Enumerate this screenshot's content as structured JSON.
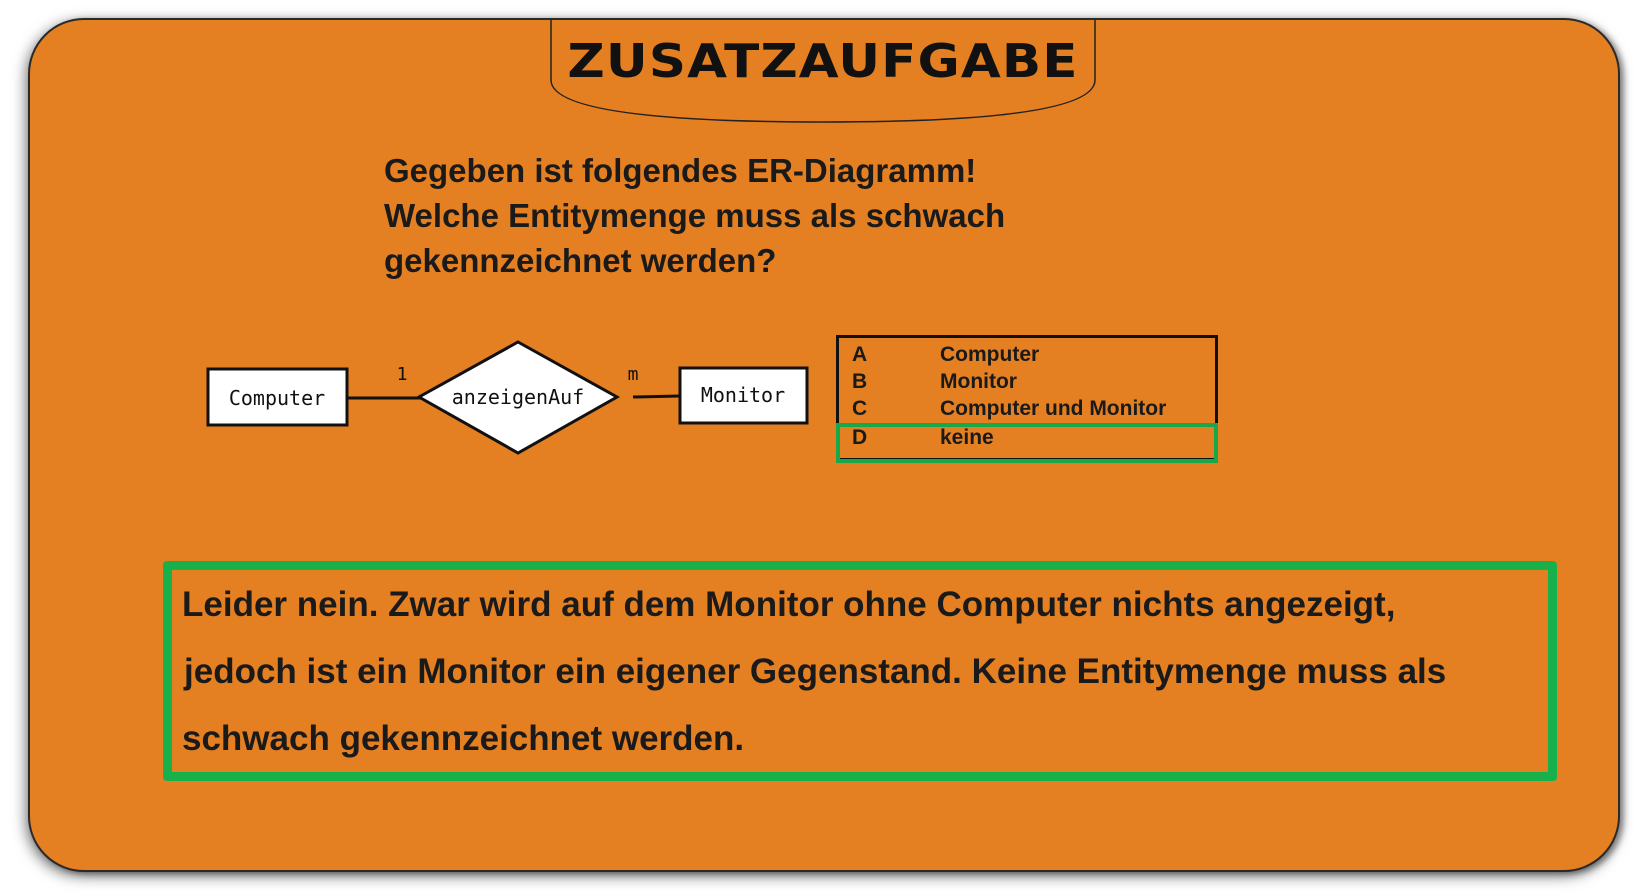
{
  "title": "ZUSATZAUFGABE",
  "question": {
    "lines": [
      "Gegeben ist folgendes ER-Diagramm!",
      "Welche Entitymenge muss als schwach",
      "gekennzeichnet werden?"
    ]
  },
  "diagram": {
    "entity_left": "Computer",
    "relationship": "anzeigenAuf",
    "entity_right": "Monitor",
    "cardinality_left": "1",
    "cardinality_right": "m"
  },
  "options": [
    {
      "letter": "A",
      "text": "Computer"
    },
    {
      "letter": "B",
      "text": "Monitor"
    },
    {
      "letter": "C",
      "text": "Computer und Monitor"
    },
    {
      "letter": "D",
      "text": "keine"
    }
  ],
  "highlighted_option": "D",
  "feedback": {
    "lines": [
      "Leider nein. Zwar wird auf dem Monitor ohne Computer nichts angezeigt,",
      "jedoch ist ein Monitor ein eigener Gegenstand. Keine Entitymenge muss als",
      "schwach gekennzeichnet werden."
    ]
  },
  "colors": {
    "background": "#e47f22",
    "highlight": "#18b04a",
    "text": "#1a1a1a"
  }
}
